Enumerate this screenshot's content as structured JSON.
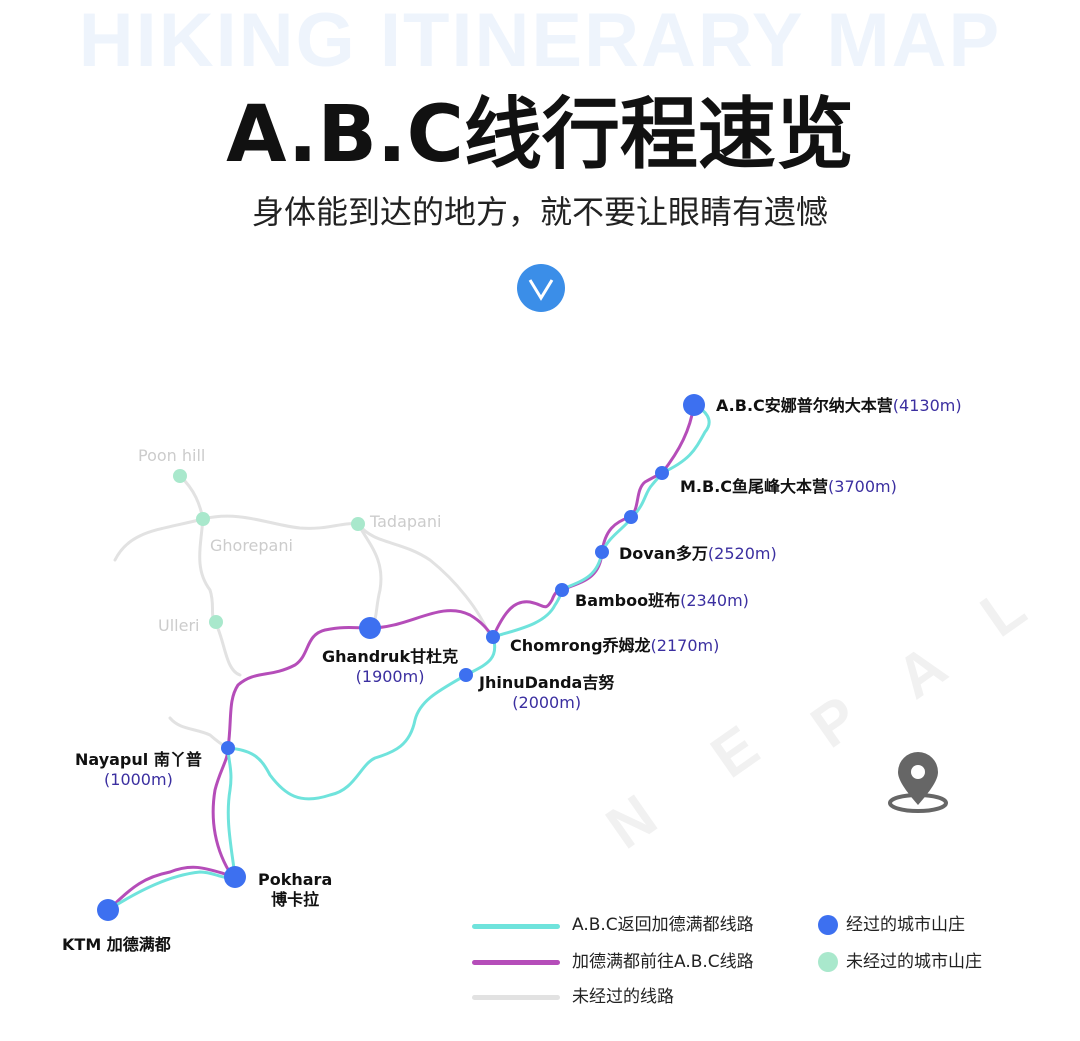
{
  "header": {
    "watermark": "HIKING ITINERARY MAP",
    "title": "A.B.C线行程速览",
    "subtitle": "身体能到达的地方，就不要让眼睛有遗憾"
  },
  "watermark_country": [
    "N",
    "E",
    "P",
    "A",
    "L"
  ],
  "colors": {
    "return_route": "#6fe3dc",
    "outbound_route": "#b54db9",
    "unvisited_route": "#e2e2e2",
    "visited_stop": "#3d70f0",
    "unvisited_stop": "#a9e8cc",
    "elevation": "#3b2fa0"
  },
  "stops": {
    "abc": {
      "name": "A.B.C安娜普尔纳大本营",
      "elev": "(4130m)"
    },
    "mbc": {
      "name": "M.B.C鱼尾峰大本营",
      "elev": "(3700m)"
    },
    "dovan": {
      "name": "Dovan多万",
      "elev": "(2520m)"
    },
    "bamboo": {
      "name": "Bamboo班布",
      "elev": "(2340m)"
    },
    "chomrong": {
      "name": "Chomrong乔姆龙",
      "elev": "(2170m)"
    },
    "jhinu": {
      "name": "JhinuDanda吉努",
      "elev": "(2000m)"
    },
    "ghandruk": {
      "name": "Ghandruk甘杜克",
      "elev": "(1900m)"
    },
    "nayapul": {
      "name": "Nayapul 南丫普",
      "elev": "(1000m)"
    },
    "pokhara": {
      "name": "Pokhara",
      "name_cn": "博卡拉"
    },
    "ktm": {
      "name": "KTM 加德满都"
    }
  },
  "unvisited": {
    "poonhill": "Poon hill",
    "ghorepani": "Ghorepani",
    "tadapani": "Tadapani",
    "ulleri": "Ulleri"
  },
  "legend": {
    "return": "A.B.C返回加德满都线路",
    "outbound": "加德满都前往A.B.C线路",
    "unvisited_route": "未经过的线路",
    "visited": "经过的城市山庄",
    "unvisited_stop": "未经过的城市山庄"
  }
}
